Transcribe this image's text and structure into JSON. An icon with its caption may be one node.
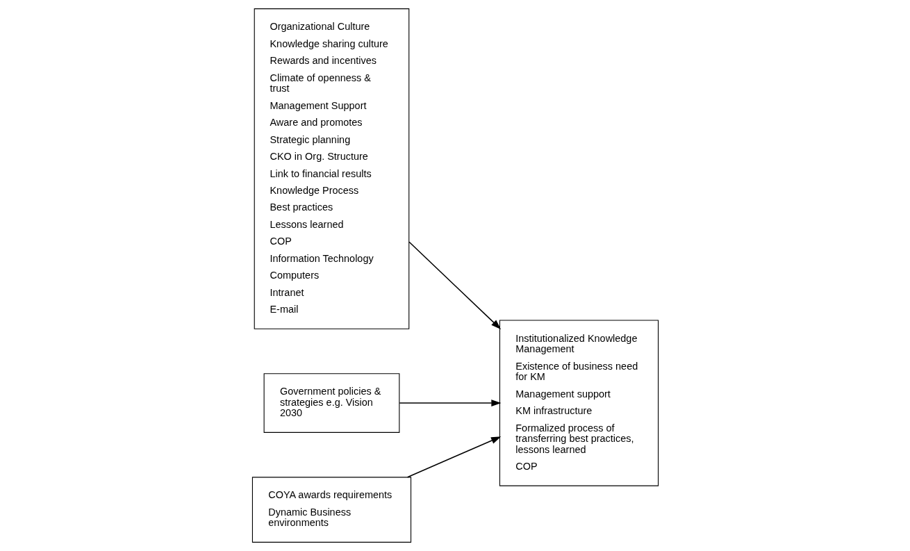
{
  "diagram": {
    "nodes": [
      {
        "text": [
          "Organizational Culture",
          "Knowledge sharing culture",
          "Rewards and incentives",
          "Climate of openness & trust",
          "Management Support",
          "Aware and promotes",
          "Strategic planning",
          "CKO in Org. Structure",
          "Link to financial results",
          "Knowledge Process",
          "Best practices",
          "Lessons learned",
          "COP",
          "Information Technology",
          "Computers",
          "Intranet",
          "E-mail"
        ]
      },
      {
        "text": [
          "Government policies & strategies e.g. Vision 2030"
        ]
      },
      {
        "text": [
          "COYA awards requirements",
          "Dynamic Business environments"
        ]
      },
      {
        "text": [
          "Institutionalized Knowledge Management",
          "Existence of business need for KM",
          "Management support",
          "KM infrastructure",
          "Formalized process of transferring best practices, lessons learned",
          "COP"
        ]
      }
    ],
    "edges": [
      {
        "from": 0,
        "to": 3,
        "arrow": "to"
      },
      {
        "from": 1,
        "to": 3,
        "arrow": "to"
      },
      {
        "from": 2,
        "to": 3,
        "arrow": "to"
      }
    ]
  }
}
